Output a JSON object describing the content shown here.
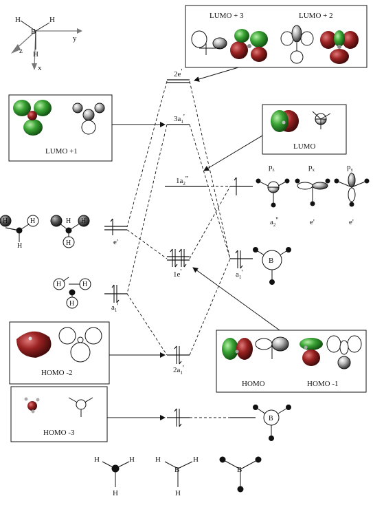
{
  "axes": {
    "x": "x",
    "y": "y",
    "z": "z",
    "center_atom": "B",
    "h_label": "H"
  },
  "boxes": {
    "lumo3_2": {
      "labels": [
        "LUMO + 3",
        "LUMO + 2"
      ]
    },
    "lumo1": {
      "label": "LUMO +1"
    },
    "lumo": {
      "label": "LUMO"
    },
    "homo": {
      "labels": [
        "HOMO",
        "HOMO -1"
      ]
    },
    "homo2": {
      "label": "HOMO -2"
    },
    "homo3": {
      "label": "HOMO -3"
    }
  },
  "mo_levels": {
    "e2": {
      "num": "2e",
      "sym": "'"
    },
    "a3": {
      "num": "3a",
      "sub": "1",
      "sym": "'"
    },
    "a2pp": {
      "num": "1a",
      "sub": "2",
      "sym": "''"
    },
    "e1": {
      "num": "1e",
      "sym": "'"
    },
    "a2": {
      "num": "2a",
      "sub": "1",
      "sym": "'"
    }
  },
  "fragment_h3": {
    "e_label": "e'",
    "a1_label": "a",
    "a1_sub": "1",
    "a1_sym": "'",
    "atom_h": "H"
  },
  "fragment_b": {
    "orbitals": [
      {
        "name": "p",
        "sub": "z",
        "sym_main": "a",
        "sym_sub": "2",
        "sym_prime": "''"
      },
      {
        "name": "p",
        "sub": "x",
        "sym_main": "e'",
        "sym_sub": "",
        "sym_prime": ""
      },
      {
        "name": "p",
        "sub": "y",
        "sym_main": "e'",
        "sym_sub": "",
        "sym_prime": ""
      }
    ],
    "a1_label": "a",
    "a1_sub": "1",
    "a1_sym": "'",
    "center_label": "B"
  },
  "bottom_molecules": {
    "h": "H",
    "b": "B"
  },
  "colors": {
    "green": "#3aa334",
    "red": "#9a2222",
    "line": "#111111"
  }
}
